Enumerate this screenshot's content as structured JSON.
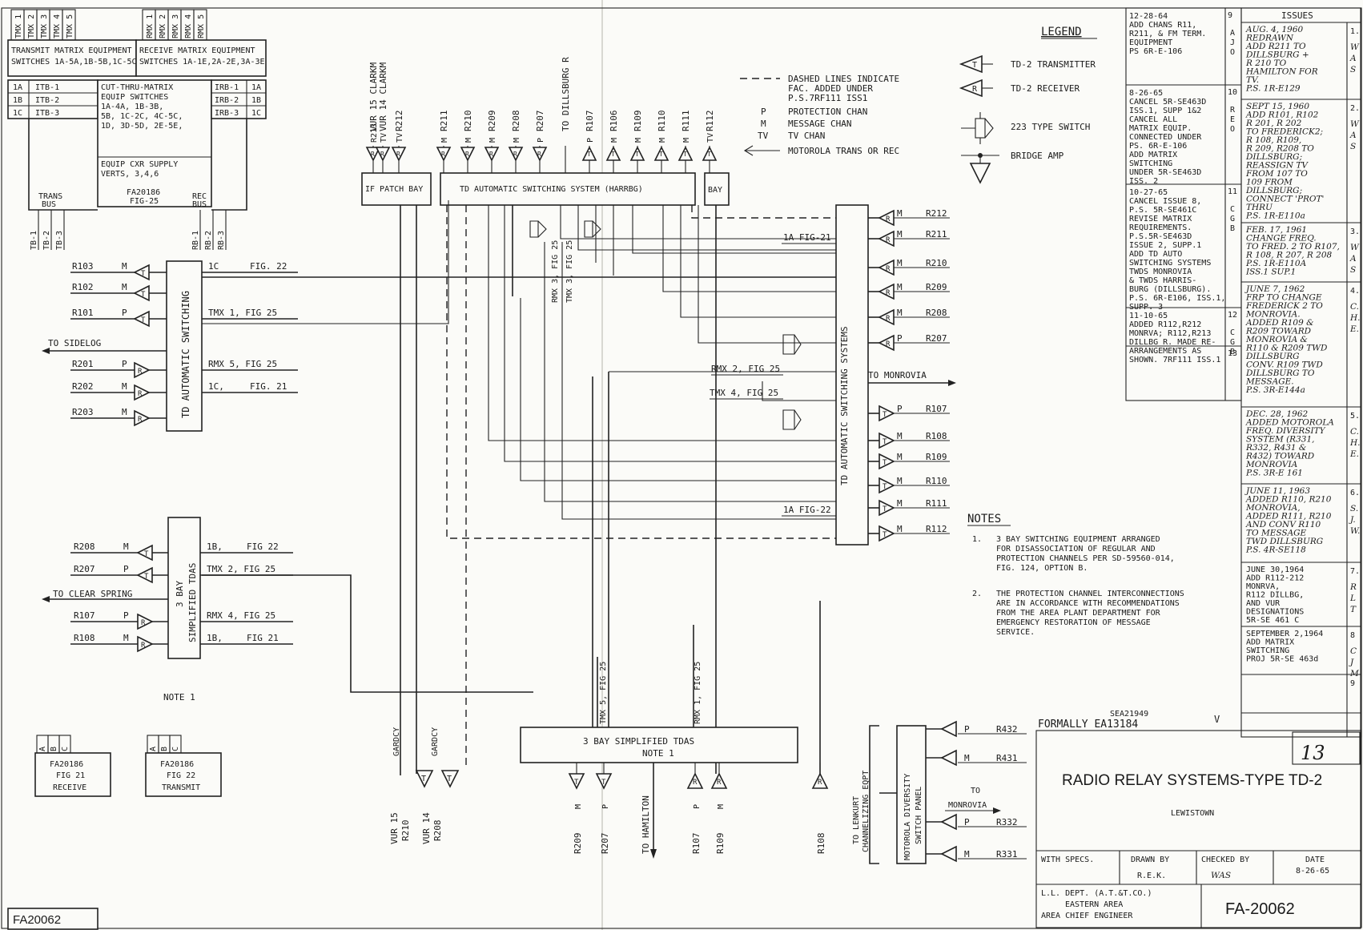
{
  "drawing_number": "FA-20062",
  "corner_stamp": "FA20062",
  "title_block": {
    "title": "RADIO RELAY SYSTEMS-TYPE TD-2",
    "location": "LEWISTOWN",
    "sheet_number": "13",
    "formerly": "FORMALLY EA13184",
    "sea": "SEA21949",
    "version_mark": "V",
    "with_specs": "WITH SPECS.",
    "drawn_by_label": "DRAWN BY",
    "drawn_by": "R.E.K.",
    "checked_by_label": "CHECKED BY",
    "checked_by": "WAS",
    "date_label": "DATE",
    "date": "8-26-65",
    "dept_line1": "L.L. DEPT. (A.T.&T.CO.)",
    "dept_line2": "EASTERN AREA",
    "dept_line3": "AREA CHIEF ENGINEER"
  },
  "legend": {
    "title": "LEGEND",
    "tx": "TD-2 TRANSMITTER",
    "rx": "TD-2 RECEIVER",
    "switch": "223 TYPE SWITCH",
    "bridge": "BRIDGE AMP",
    "dashed_1": "DASHED LINES INDICATE",
    "dashed_2": "FAC. ADDED UNDER",
    "dashed_3": "P.S.7RF111 ISS1",
    "p_code": "P",
    "p_text": "PROTECTION CHAN",
    "m_code": "M",
    "m_text": "MESSAGE CHAN",
    "tv_code": "TV",
    "tv_text": "TV CHAN",
    "motorola": "MOTOROLA TRANS OR REC"
  },
  "notes": {
    "title": "NOTES",
    "n1_num": "1.",
    "n1_l1": "3 BAY SWITCHING EQUIPMENT ARRANGED",
    "n1_l2": "FOR DISASSOCIATION OF REGULAR AND",
    "n1_l3": "PROTECTION CHANNELS PER SD-59560-014,",
    "n1_l4": "FIG. 124, OPTION B.",
    "n2_num": "2.",
    "n2_l1": "THE PROTECTION CHANNEL INTERCONNECTIONS",
    "n2_l2": "ARE IN ACCORDANCE WITH RECOMMENDATIONS",
    "n2_l3": "FROM THE AREA PLANT DEPARTMENT FOR",
    "n2_l4": "EMERGENCY RESTORATION OF MESSAGE",
    "n2_l5": "SERVICE."
  },
  "matrix": {
    "top_tmx": [
      "TMX 1",
      "TMX 2",
      "TMX 3",
      "TMX 4",
      "TMX 5"
    ],
    "top_rmx": [
      "RMX 1",
      "RMX 2",
      "RMX 3",
      "RMX 4",
      "RMX 5"
    ],
    "tx_head_1": "TRANSMIT MATRIX EQUIPMENT",
    "tx_head_2": "SWITCHES 1A-5A,1B-5B,1C-5C",
    "rx_head_1": "RECEIVE MATRIX EQUIPMENT",
    "rx_head_2": "SWITCHES 1A-1E,2A-2E,3A-3E",
    "left_a": [
      "1A",
      "1B",
      "1C"
    ],
    "left_b": [
      "ITB-1",
      "ITB-2",
      "ITB-3"
    ],
    "right_a": [
      "IRB-1",
      "IRB-2",
      "IRB-3"
    ],
    "right_b": [
      "1A",
      "1B",
      "1C"
    ],
    "cut_1": "CUT-THRU-MATRIX",
    "cut_2": "EQUIP SWITCHES",
    "cut_3": "1A-4A,    1B-3B,",
    "cut_4": "5B, 1C-2C, 4C-5C,",
    "cut_5": "1D, 3D-5D, 2E-5E,",
    "supply_1": "EQUIP CXR SUPPLY",
    "supply_2": "VERTS, 3,4,6",
    "fa_1": "FA20186",
    "fa_2": "FIG-25",
    "trans_bus_1": "TRANS",
    "trans_bus_2": "BUS",
    "rec_bus_1": "REC",
    "rec_bus_2": "BUS",
    "tb": [
      "TB-1",
      "TB-2",
      "TB-3"
    ],
    "rb": [
      "RB-1",
      "RB-2",
      "RB-3"
    ]
  },
  "left_td": {
    "label": "TD AUTOMATIC SWITCHING",
    "rows": [
      {
        "ch": "R103",
        "code": "M",
        "out": "1C",
        "out2": "FIG. 22"
      },
      {
        "ch": "R102",
        "code": "M",
        "out": "",
        "out2": ""
      },
      {
        "ch": "R101",
        "code": "P",
        "out": "TMX 1, FIG 25",
        "out2": ""
      },
      {
        "ch": "R201",
        "code": "P",
        "out": "RMX 5, FIG 25",
        "out2": ""
      },
      {
        "ch": "R202",
        "code": "M",
        "out": "1C,",
        "out2": "FIG. 21"
      },
      {
        "ch": "R203",
        "code": "M",
        "out": "",
        "out2": ""
      }
    ],
    "to_sidelog": "TO  SIDELOG"
  },
  "left_3bay": {
    "label_1": "3 BAY",
    "label_2": "SIMPLIFIED TDAS",
    "note": "NOTE 1",
    "rows": [
      {
        "ch": "R208",
        "code": "M",
        "out": "1B,",
        "out2": "FIG 22"
      },
      {
        "ch": "R207",
        "code": "P",
        "out": "TMX 2, FIG 25",
        "out2": ""
      },
      {
        "ch": "R107",
        "code": "P",
        "out": "RMX 4, FIG 25",
        "out2": ""
      },
      {
        "ch": "R108",
        "code": "M",
        "out": "1B,",
        "out2": "FIG 21"
      }
    ],
    "to_clear_spring": "TO  CLEAR SPRING"
  },
  "top_channels": [
    {
      "label": "VUR 15  CLARKM",
      "sub": "R213"
    },
    {
      "label": "VUR 14  CLARKM",
      "sub": "TV"
    },
    {
      "label": "R212",
      "sub": "TV"
    },
    {
      "label": "R211",
      "sub": "M"
    },
    {
      "label": "R210",
      "sub": "M"
    },
    {
      "label": "R209",
      "sub": "M"
    },
    {
      "label": "R208",
      "sub": "M"
    },
    {
      "label": "R207",
      "sub": "P"
    },
    {
      "label": "TO DILLSBURG R",
      "sub": ""
    },
    {
      "label": "R107",
      "sub": "P"
    },
    {
      "label": "R106",
      "sub": "M"
    },
    {
      "label": "R109",
      "sub": "M"
    },
    {
      "label": "R110",
      "sub": "M"
    },
    {
      "label": "R111",
      "sub": "M"
    },
    {
      "label": "R112",
      "sub": "TV"
    }
  ],
  "center": {
    "if_patch": "IF PATCH BAY",
    "td_harrbg": "TD AUTOMATIC  SWITCHING  SYSTEM (HARRBG)",
    "bay": "BAY",
    "rmx3": "RMX 3, FIG 25",
    "tmx3": "TMX 3, FIG 25",
    "rmx2": "RMX 2, FIG 25",
    "tmx4": "TMX 4, FIG 25",
    "ia21": "1A FIG-21",
    "ia22": "1A FIG-22",
    "to_monrovia": "TO  MONROVIA"
  },
  "right_td": {
    "label": "TD  AUTOMATIC   SWITCHING  SYSTEMS",
    "rows": [
      {
        "code": "M",
        "ch": "R212"
      },
      {
        "code": "M",
        "ch": "R211"
      },
      {
        "code": "M",
        "ch": "R210"
      },
      {
        "code": "M",
        "ch": "R209"
      },
      {
        "code": "M",
        "ch": "R208"
      },
      {
        "code": "P",
        "ch": "R207"
      },
      {
        "code": "P",
        "ch": "R107"
      },
      {
        "code": "M",
        "ch": "R108"
      },
      {
        "code": "M",
        "ch": "R109"
      },
      {
        "code": "M",
        "ch": "R110"
      },
      {
        "code": "M",
        "ch": "R111"
      },
      {
        "code": "M",
        "ch": "R112"
      }
    ]
  },
  "bottom": {
    "fig21_1": "FA20186",
    "fig21_2": "FIG 21",
    "fig21_3": "RECEIVE",
    "fig22_1": "FA20186",
    "fig22_2": "FIG 22",
    "fig22_3": "TRANSMIT",
    "abc": [
      "A",
      "B",
      "C"
    ],
    "bay3_1": "3 BAY SIMPLIFIED TDAS",
    "bay3_2": "NOTE 1",
    "tmx5": "TMX 5, FIG 25",
    "rmx1": "RMX 1, FIG 25",
    "gardcy": "GARDCY",
    "vur15": "VUR 15",
    "vur14": "VUR 14",
    "r210": "R210",
    "r208": "R208",
    "bottom_ch": [
      {
        "label": "R209",
        "code": "M"
      },
      {
        "label": "R207",
        "code": "P"
      },
      {
        "label": "TO HAMILTON",
        "code": ""
      },
      {
        "label": "R107",
        "code": "P"
      },
      {
        "label": "R109",
        "code": "M"
      },
      {
        "label": "R108",
        "code": ""
      }
    ],
    "lenkurt_1": "TO LENKURT",
    "lenkurt_2": "CHANNELIZING EQPT",
    "motorola_1": "MOTOROLA DIVERSITY",
    "motorola_2": "SWITCH PANEL",
    "motorola_rows": [
      {
        "code": "P",
        "ch": "R432"
      },
      {
        "code": "M",
        "ch": "R431"
      },
      {
        "code": "P",
        "ch": "R332"
      },
      {
        "code": "M",
        "ch": "R331"
      }
    ],
    "to_monrova_1": "TO",
    "to_monrova_2": "MONROVIA"
  },
  "issue_log": {
    "entries": [
      {
        "lines": [
          "12-28-64",
          "ADD CHANS R11,",
          "R211, & FM TERM.",
          "EQUIPMENT",
          "   PS 6R-E-106"
        ],
        "num": "9",
        "init": "A J O"
      },
      {
        "lines": [
          "8-26-65",
          "CANCEL 5R-SE463D",
          "ISS.1, SUPP 1&2",
          "CANCEL ALL",
          "MATRIX EQUIP.",
          "CONNECTED UNDER",
          "PS. 6R-E-106",
          "ADD MATRIX",
          "SWITCHING",
          "UNDER 5R-SE463D",
          "ISS. 2"
        ],
        "num": "10",
        "init": "R E O"
      },
      {
        "lines": [
          "10-27-65",
          "CANCEL ISSUE 8,",
          "P.S. 5R-SE461C",
          "REVISE MATRIX",
          "REQUIREMENTS.",
          "P.S.5R-SE463D",
          "ISSUE 2, SUPP.1",
          "ADD TD AUTO",
          "SWITCHING SYSTEMS",
          "TWDS MONROVIA",
          "& TWDS HARRIS-",
          "BURG (DILLSBURG).",
          "P.S. 6R-E106, ISS.1,",
          "SUPP. 3"
        ],
        "num": "11",
        "init": "C G B"
      },
      {
        "lines": [
          "11-10-65",
          "ADDED R112,R212",
          "MONRVA; R112,R213",
          "DILLBG R. MADE RE-",
          "ARRANGEMENTS AS",
          "SHOWN. 7RF111 ISS.1"
        ],
        "num": "12",
        "init": "C G B"
      },
      {
        "lines": [],
        "num": "13",
        "init": ""
      }
    ]
  },
  "issues": {
    "title": "ISSUES",
    "entries": [
      {
        "num": "1.",
        "init": "W A S",
        "lines": [
          "AUG. 4, 1960",
          "REDRAWN",
          "ADD R211 TO",
          "DILLSBURG +",
          "R 210 TO",
          "HAMILTON FOR",
          "TV.",
          "P.S. 1R-E129"
        ]
      },
      {
        "num": "2.",
        "init": "W A S",
        "lines": [
          "SEPT 15, 1960",
          "ADD  R101, R102",
          "R 201, R 202",
          "TO FREDERICK2;",
          "R 108, R109,",
          "R 209, R208 TO",
          "DILLSBURG;",
          "REASSIGN TV",
          "FROM 107 TO",
          "109  FROM",
          "DILLSBURG;",
          "CONNECT 'PROT'",
          "THRU",
          "P.S. 1R-E110a"
        ]
      },
      {
        "num": "3.",
        "init": "W A S",
        "lines": [
          "FEB. 17, 1961",
          "CHANGE FREQ.",
          "TO FRED. 2 TO R107,",
          "R 108, R 207, R 208",
          "P.S. 1R-E110A",
          "ISS.1 SUP.1"
        ]
      },
      {
        "num": "4.",
        "init": "C. H. E.",
        "lines": [
          "JUNE 7, 1962",
          "FRP TO CHANGE",
          "FREDERICK 2 TO",
          "MONROVIA.",
          "ADDED R109 &",
          "R209 TOWARD",
          "MONROVIA &",
          "R110 & R209 TWD",
          "DILLSBURG",
          "CONV. R109 TWD",
          "DILLSBURG TO",
          "MESSAGE.",
          "P.S. 3R-E144a"
        ]
      },
      {
        "num": "5.",
        "init": "C. H. E.",
        "lines": [
          "DEC. 28, 1962",
          "ADDED MOTOROLA",
          "FREQ. DIVERSITY",
          "SYSTEM (R331,",
          "R332, R431 &",
          "R432) TOWARD",
          "MONROVIA",
          "P.S. 3R-E 161"
        ]
      },
      {
        "num": "6.",
        "init": "S. J. W.",
        "lines": [
          "JUNE 11, 1963",
          "ADDED R110, R210",
          "MONROVIA,",
          "ADDED R111, R210",
          "AND CONV R110",
          "TO MESSAGE",
          "TWD DILLSBURG",
          "P.S. 4R-SE118"
        ]
      },
      {
        "num": "7.",
        "init": "R L T",
        "lines": [
          "JUNE 30,1964",
          "ADD  R112-212",
          "MONRVA,",
          "R112  DILLBG,",
          "AND  VUR",
          "DESIGNATIONS",
          "5R-SE 461 C"
        ]
      },
      {
        "num": "8",
        "init": "C J M",
        "lines": [
          "SEPTEMBER 2,1964",
          "ADD  MATRIX",
          "SWITCHING",
          "PROJ 5R-SE 463d"
        ]
      },
      {
        "num": "9",
        "init": "",
        "lines": []
      }
    ]
  }
}
